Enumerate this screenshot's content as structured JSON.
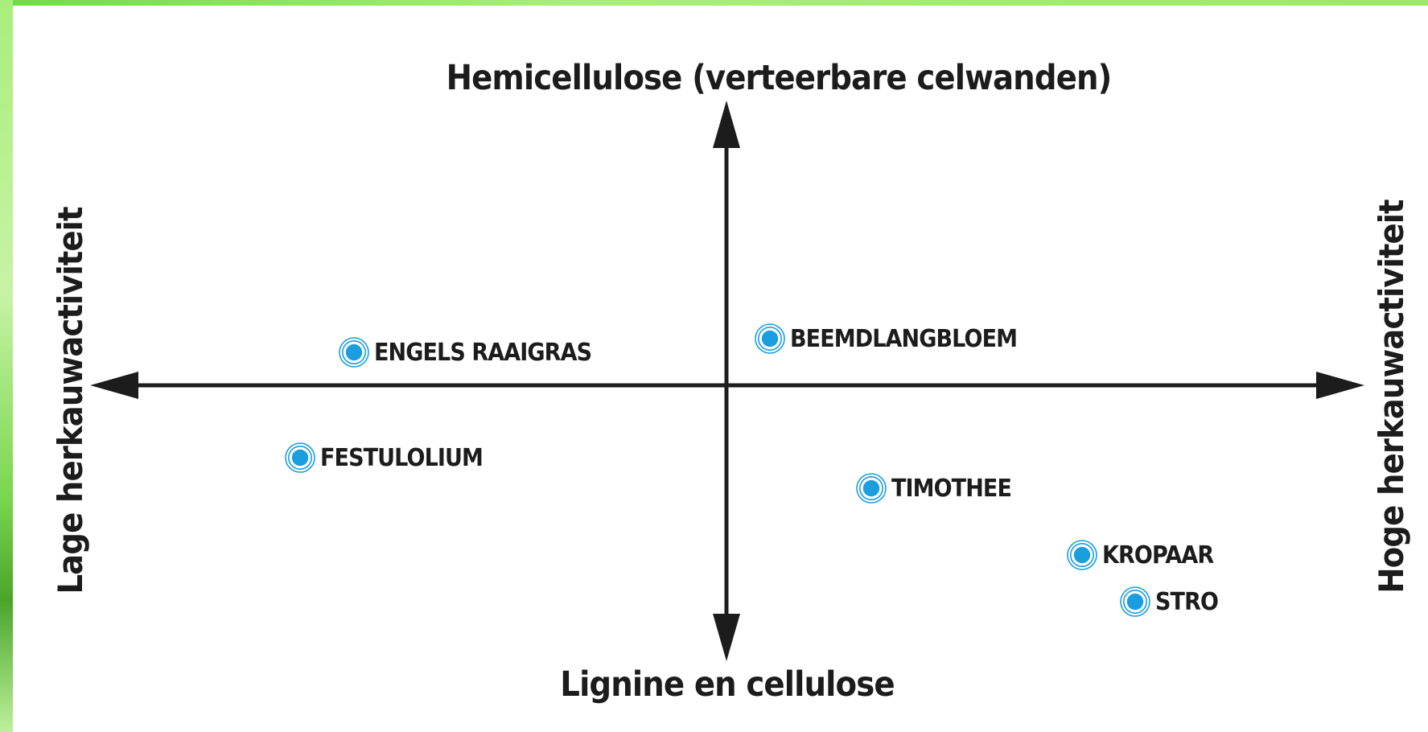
{
  "diagram": {
    "axes": {
      "top": "Hemicellulose (verteerbare celwanden)",
      "bottom": "Lignine en cellulose",
      "left": "Lage herkauwactiviteit",
      "right": "Hoge herkauwactiviteit"
    },
    "marker_colors": {
      "fill": "#1a9ee0",
      "ring": "#1a9ee0"
    },
    "items": [
      {
        "label": "ENGELS RAAIGRAS"
      },
      {
        "label": "BEEMDLANGBLOEM"
      },
      {
        "label": "FESTULOLIUM"
      },
      {
        "label": "TIMOTHEE"
      },
      {
        "label": "KROPAAR"
      },
      {
        "label": "STRO"
      }
    ]
  }
}
